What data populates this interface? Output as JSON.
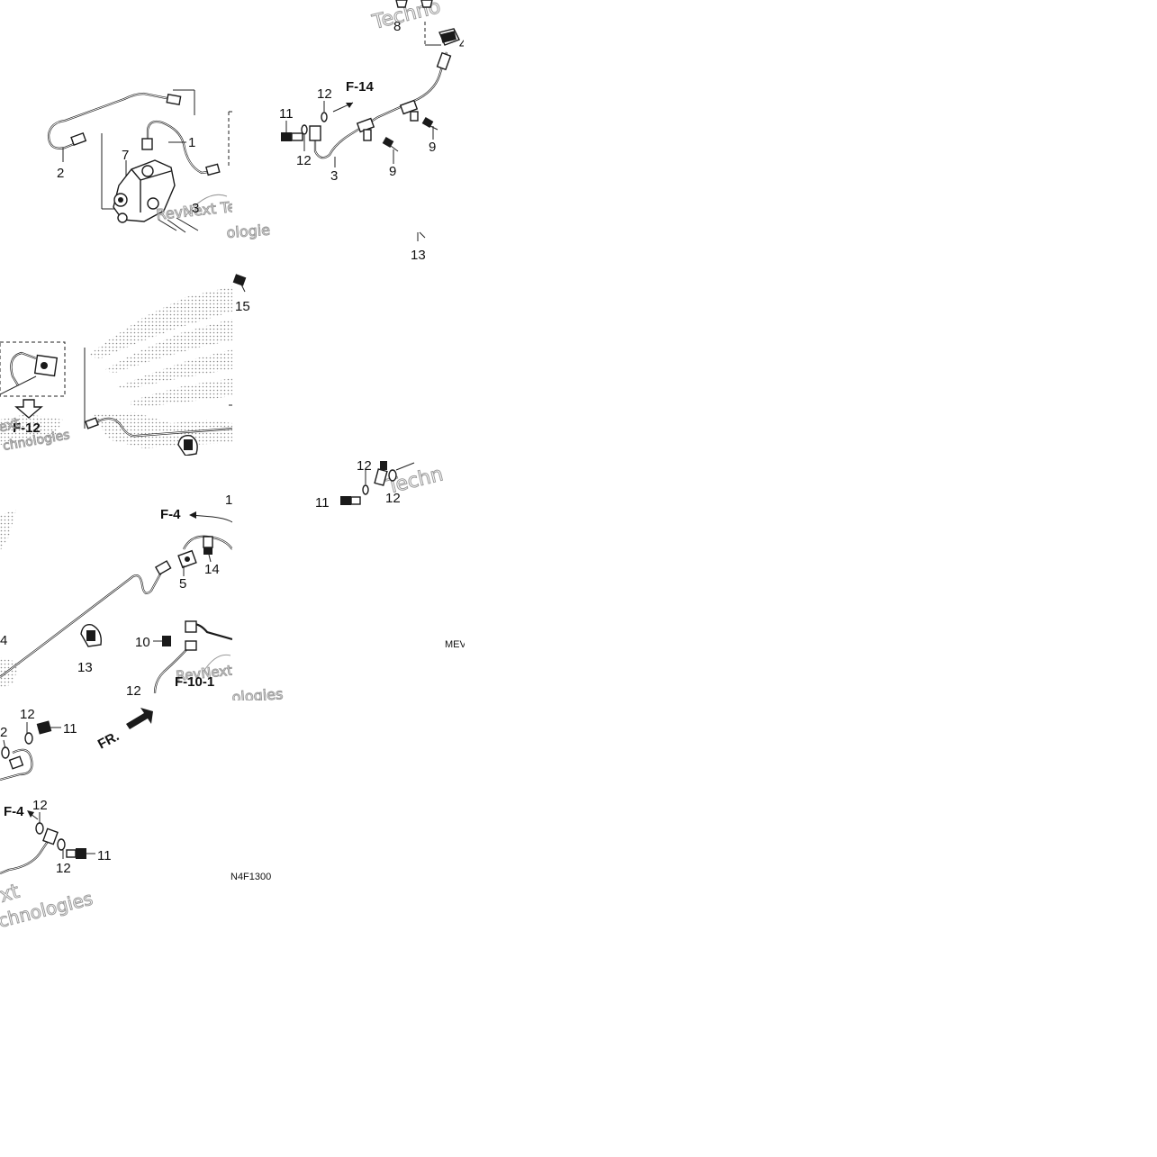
{
  "diagram": {
    "reference_code": "N4F1300",
    "reference_code_partial": "MEV",
    "watermark": {
      "brand_top": "Techno",
      "brand_wordmark": "RevNext Tec",
      "brand_tail": "ologies",
      "brand_short": "Techn",
      "brand_bottom_a": "xt",
      "brand_bottom_b": "chnologies",
      "brand_mid": "hnologies",
      "brand_mid_b": "chnologies"
    },
    "section_refs": {
      "f14": "F-14",
      "f12": "F-12",
      "f4_a": "F-4",
      "f4_b": "F-4",
      "f101": "F-10-1",
      "fr": "FR."
    },
    "callouts": {
      "c1": "1",
      "c2a": "2",
      "c3a": "3",
      "c7": "7",
      "c8": "8",
      "c11a": "11",
      "c12a": "12",
      "c12b": "12",
      "c3b": "3",
      "c9a": "9",
      "c9b": "9",
      "c13a": "13",
      "c15": "15",
      "c12c": "12",
      "c11b": "11",
      "c12d": "12",
      "c1b": "1",
      "c5": "5",
      "c14": "14",
      "c4": "4",
      "c13b": "13",
      "c10": "10",
      "c12e": "12",
      "c2b": "2",
      "c12f": "12",
      "c11c": "11",
      "c12g": "12",
      "c12h": "12",
      "c11d": "11"
    }
  }
}
